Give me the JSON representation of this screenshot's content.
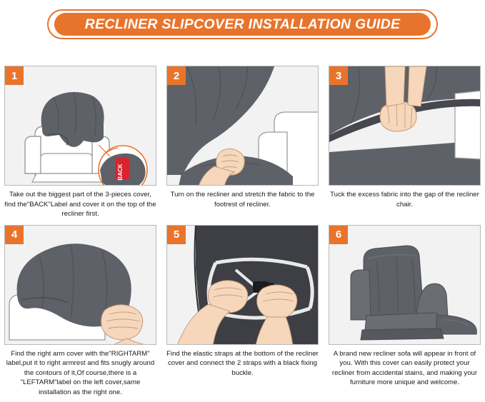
{
  "title": "RECLINER SLIPCOVER INSTALLATION GUIDE",
  "accent_color": "#e8742c",
  "panel_bg": "#f2f2f2",
  "fabric_color": "#5e6168",
  "chair_color": "#ffffff",
  "steps": [
    {
      "number": "1",
      "caption": "Take out the biggest part of the 3-pieces cover, find the\"BACK\"Label and cover it on the top of the recliner first.",
      "label_tag": "BACK",
      "label_tag_color": "#d9232e"
    },
    {
      "number": "2",
      "caption": "Turn on the recliner and stretch the fabric to the footrest of recliner."
    },
    {
      "number": "3",
      "caption": "Tuck the excess fabric into the gap of the recliner chair."
    },
    {
      "number": "4",
      "caption": "Find the right arm cover with the\"RIGHTARM\" label,put it to right armrest and fits snugly around the contours of it,Of course,there is a \"LEFTARM\"label on the left cover,same installation as the right one."
    },
    {
      "number": "5",
      "caption": "Find the elastic straps at the bottom of the recliner cover and connect the 2 straps with a black fixing buckle."
    },
    {
      "number": "6",
      "caption": "A brand new recliner sofa will appear in front of you. With this cover can easily protect your recliner from accidental stains, and making your furniture more unique and welcome."
    }
  ]
}
